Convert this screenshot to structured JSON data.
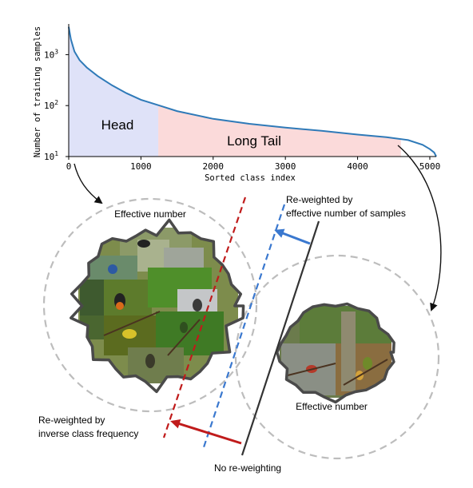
{
  "chart_data": {
    "type": "area",
    "x_label": "Sorted class index",
    "y_label": "Number of training samples",
    "y_scale": "log",
    "x_range": [
      0,
      5089
    ],
    "y_range": [
      10,
      4000
    ],
    "x_ticks": [
      "0",
      "1000",
      "2000",
      "3000",
      "4000",
      "5000"
    ],
    "y_ticks": [
      {
        "base": "10",
        "exp": "3"
      },
      {
        "base": "10",
        "exp": "2"
      },
      {
        "base": "10",
        "exp": "1"
      }
    ],
    "head_end_index": 1240,
    "tail_end_index": 4600,
    "curve": [
      {
        "x": 0,
        "y": 3500
      },
      {
        "x": 30,
        "y": 2000
      },
      {
        "x": 80,
        "y": 1150
      },
      {
        "x": 150,
        "y": 780
      },
      {
        "x": 250,
        "y": 560
      },
      {
        "x": 400,
        "y": 380
      },
      {
        "x": 600,
        "y": 250
      },
      {
        "x": 800,
        "y": 175
      },
      {
        "x": 1000,
        "y": 130
      },
      {
        "x": 1240,
        "y": 102
      },
      {
        "x": 1500,
        "y": 78
      },
      {
        "x": 2000,
        "y": 55
      },
      {
        "x": 2500,
        "y": 44
      },
      {
        "x": 3000,
        "y": 37
      },
      {
        "x": 3500,
        "y": 32
      },
      {
        "x": 4000,
        "y": 27
      },
      {
        "x": 4400,
        "y": 24
      },
      {
        "x": 4700,
        "y": 21
      },
      {
        "x": 4900,
        "y": 17
      },
      {
        "x": 5000,
        "y": 14
      },
      {
        "x": 5060,
        "y": 12
      },
      {
        "x": 5089,
        "y": 10
      }
    ],
    "series_color": "#2f7ab8",
    "head_color": "#dfe2f8",
    "tail_color": "#fbdada"
  },
  "labels": {
    "head": "Head",
    "long_tail": "Long Tail",
    "effective_number_left": "Effective number",
    "effective_number_right": "Effective number",
    "reweight_effective": [
      "Re-weighted by",
      "effective number of samples"
    ],
    "reweight_inverse": [
      "Re-weighted by",
      "inverse class frequency"
    ],
    "no_reweight": "No re-weighting"
  },
  "colors": {
    "effective_line": "#3a78cf",
    "inverse_line": "#c01b1b",
    "no_reweight_line": "#333333",
    "circle": "#bdbdbd",
    "photo_border": "#4a4a4a"
  }
}
